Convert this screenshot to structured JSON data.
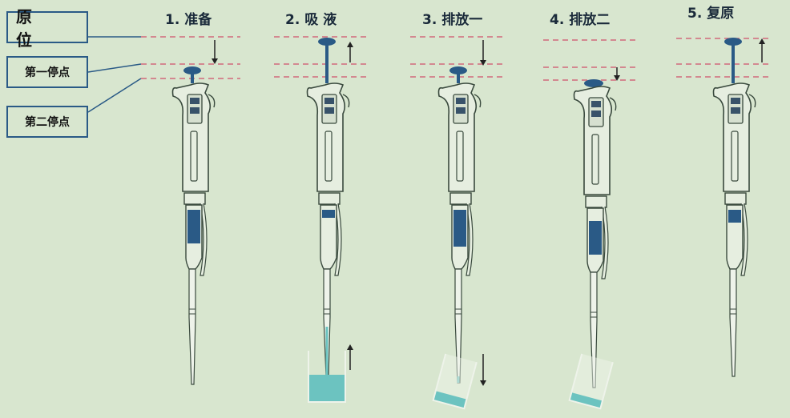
{
  "labels": {
    "origin": "原 位",
    "first_stop": "第一停点",
    "second_stop": "第二停点"
  },
  "steps": [
    {
      "title": "1. 准备"
    },
    {
      "title": "2. 吸 液"
    },
    {
      "title": "3. 排放一"
    },
    {
      "title": "4. 排放二"
    },
    {
      "title": "5.  复原"
    }
  ],
  "colors": {
    "background": "#d8e6cf",
    "guide_line": "#d0506a",
    "plunger": "#2a5a86",
    "liquid": "#6cc3c0",
    "box_border": "#2a5a86"
  }
}
